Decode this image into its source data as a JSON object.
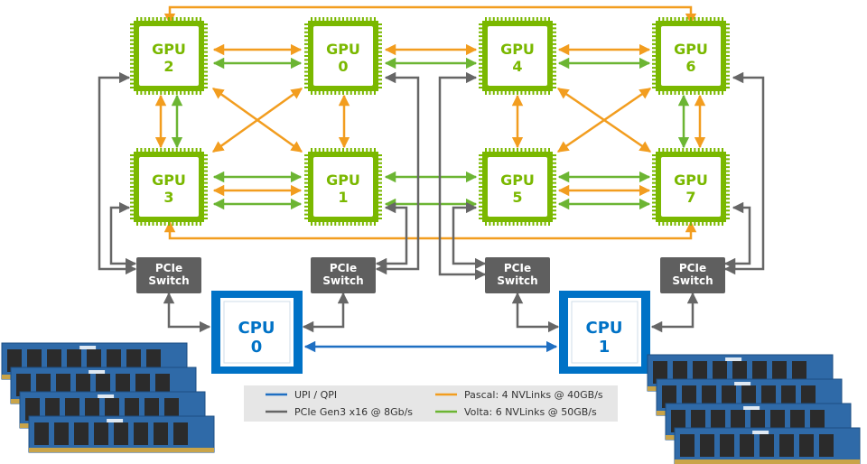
{
  "colors": {
    "gpu_green": "#7ab800",
    "pascal_orange": "#f29d1f",
    "volta_green": "#6cb533",
    "pcie_gray": "#666666",
    "upi_blue": "#1f6fc2",
    "cpu_blue": "#0072c6",
    "switch_gray": "#5f5f5f",
    "legend_bg": "#e6e6e6"
  },
  "gpus": [
    {
      "prefix": "GPU",
      "id": "2"
    },
    {
      "prefix": "GPU",
      "id": "0"
    },
    {
      "prefix": "GPU",
      "id": "4"
    },
    {
      "prefix": "GPU",
      "id": "6"
    },
    {
      "prefix": "GPU",
      "id": "3"
    },
    {
      "prefix": "GPU",
      "id": "1"
    },
    {
      "prefix": "GPU",
      "id": "5"
    },
    {
      "prefix": "GPU",
      "id": "7"
    }
  ],
  "switches": [
    {
      "line1": "PCIe",
      "line2": "Switch"
    },
    {
      "line1": "PCIe",
      "line2": "Switch"
    },
    {
      "line1": "PCIe",
      "line2": "Switch"
    },
    {
      "line1": "PCIe",
      "line2": "Switch"
    }
  ],
  "cpus": [
    {
      "prefix": "CPU",
      "id": "0"
    },
    {
      "prefix": "CPU",
      "id": "1"
    }
  ],
  "legend": [
    {
      "label": "UPI / QPI",
      "color": "#1f6fc2"
    },
    {
      "label": "PCIe Gen3 x16 @ 8Gb/s",
      "color": "#666666"
    },
    {
      "label": "Pascal: 4 NVLinks @ 40GB/s",
      "color": "#f29d1f"
    },
    {
      "label": "Volta: 6 NVLinks @ 50GB/s",
      "color": "#6cb533"
    }
  ],
  "memory_modules": {
    "icon": "dimm-stack-icon",
    "count_per_bank": 4
  }
}
